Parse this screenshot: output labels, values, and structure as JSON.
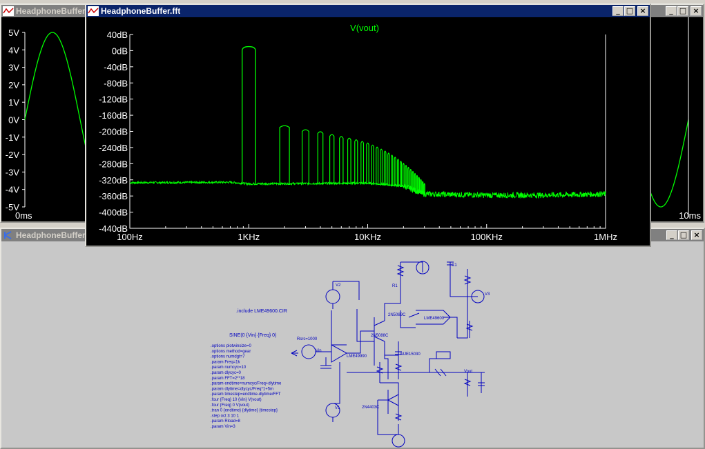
{
  "windows": {
    "transient": {
      "title": "HeadphoneBuffer.raw"
    },
    "fft": {
      "title": "HeadphoneBuffer.fft"
    },
    "schematic": {
      "title": "HeadphoneBuffer.asc"
    }
  },
  "colors": {
    "trace": "#00ff00",
    "plot_bg": "#000000",
    "axis_text": "#ffffff",
    "wire": "#0000c0",
    "title_active": "#0a246a",
    "title_inactive": "#808080"
  },
  "transient_plot": {
    "y_ticks": [
      "5V",
      "4V",
      "3V",
      "2V",
      "1V",
      "0V",
      "-1V",
      "-2V",
      "-3V",
      "-4V",
      "-5V"
    ],
    "x_left": "0ms",
    "x_right": "10ms"
  },
  "chart_data": {
    "type": "line",
    "title": "V(vout)",
    "xlabel": "",
    "ylabel": "",
    "x_scale": "log",
    "xlim": [
      100,
      1000000
    ],
    "ylim": [
      -440,
      40
    ],
    "x_ticks": [
      "100Hz",
      "1KHz",
      "10KHz",
      "100KHz",
      "1MHz"
    ],
    "y_ticks": [
      "40dB",
      "0dB",
      "-40dB",
      "-80dB",
      "-120dB",
      "-160dB",
      "-200dB",
      "-240dB",
      "-280dB",
      "-320dB",
      "-360dB",
      "-400dB",
      "-440dB"
    ],
    "grid": false,
    "series": [
      {
        "name": "V(vout)",
        "fundamental": {
          "x": 1000,
          "y": 10
        },
        "noise_floor": [
          [
            100,
            -327
          ],
          [
            700,
            -326
          ],
          [
            1000,
            -330
          ],
          [
            10000,
            -328
          ],
          [
            20000,
            -335
          ],
          [
            30000,
            -355
          ],
          [
            100000,
            -358
          ],
          [
            300000,
            -358
          ],
          [
            1000000,
            -355
          ]
        ],
        "harmonics": [
          [
            2000,
            -185
          ],
          [
            3000,
            -195
          ],
          [
            4000,
            -200
          ],
          [
            5000,
            -207
          ],
          [
            6000,
            -212
          ],
          [
            7000,
            -216
          ],
          [
            8000,
            -220
          ],
          [
            9000,
            -224
          ],
          [
            10000,
            -228
          ],
          [
            11000,
            -233
          ],
          [
            12000,
            -238
          ],
          [
            13000,
            -243
          ],
          [
            14000,
            -248
          ],
          [
            15000,
            -253
          ],
          [
            16000,
            -258
          ],
          [
            17000,
            -263
          ],
          [
            18000,
            -268
          ],
          [
            19000,
            -273
          ],
          [
            20000,
            -278
          ],
          [
            21000,
            -283
          ],
          [
            22000,
            -288
          ],
          [
            23000,
            -293
          ],
          [
            24000,
            -298
          ],
          [
            25000,
            -303
          ],
          [
            26000,
            -308
          ],
          [
            27000,
            -313
          ],
          [
            28000,
            -318
          ],
          [
            29000,
            -323
          ],
          [
            30000,
            -328
          ]
        ]
      }
    ]
  },
  "schematic": {
    "directive_include": ".include LME49600.CIR",
    "directive_source": "SINE(0 {Vin} {Freq} 0)",
    "directives": [
      ".options plotwinsize=0",
      ".options method=gear",
      ".options numdgt=7",
      ".param Freq=1k",
      ".param numcyc=10",
      ".param dlycyc=0",
      ".param FFT=2**18",
      ".param endtime=numcyc/Freq+dlytime",
      ".param dlytime=dlycyc/Freq*1+5m",
      ".param timestep=endtime-dlytime/FFT",
      ".four {Freq} 10 {Vin} V(vout)",
      ".four {Freq} 0 V(vout)",
      ".tran 0 {endtime} {dlytime} {timestep}",
      ".step oct 3 10 1",
      ".param Rload=8",
      ".param Vin=3"
    ],
    "labels": {
      "vout": "Vout",
      "vin": "Vin",
      "rsrc": "Rsrc=1000",
      "q2": "2N5089C",
      "q4": "2N5088C",
      "q3": "MJE15030",
      "q5": "2N4403C",
      "u1": "LME49990",
      "u2": "LME49600",
      "v1": "V1",
      "v2": "V2",
      "v3": "V3",
      "r1": "R1",
      "c1": "C1"
    }
  }
}
